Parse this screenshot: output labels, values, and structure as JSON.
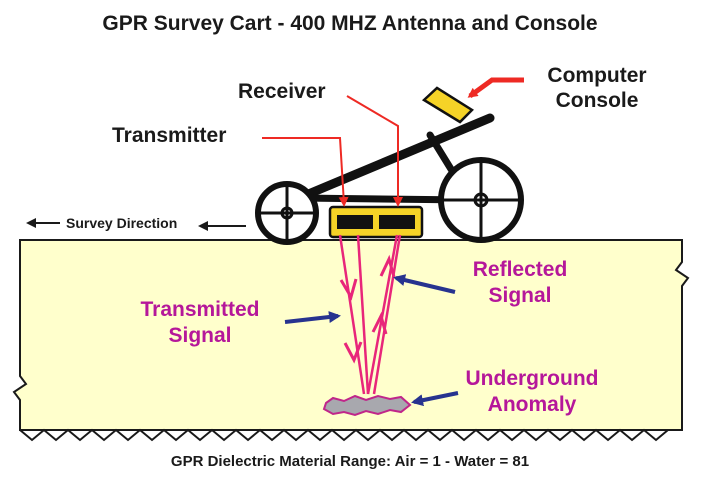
{
  "title": "GPR Survey Cart - 400 MHZ Antenna and Console",
  "labels": {
    "receiver": "Receiver",
    "transmitter": "Transmitter",
    "computer_line1": "Computer",
    "computer_line2": "Console",
    "survey_direction": "Survey Direction",
    "transmitted_line1": "Transmitted",
    "transmitted_line2": "Signal",
    "reflected_line1": "Reflected",
    "reflected_line2": "Signal",
    "anomaly_line1": "Underground",
    "anomaly_line2": "Anomaly"
  },
  "footer": "GPR Dielectric Material Range:  Air = 1 - Water = 81",
  "colors": {
    "ground": "#ffffcc",
    "antenna": "#f5d327",
    "console": "#f5d327",
    "signal_path": "#e8267a",
    "signal_label": "#b5179a",
    "pointer_red": "#ee2a24",
    "pointer_blue": "#27338f",
    "anomaly": "#a8a8ae",
    "anomaly_edge": "#c0268a",
    "text": "#1a1a1a"
  },
  "icons": [
    "left-arrow-icon",
    "wheel-icon"
  ]
}
